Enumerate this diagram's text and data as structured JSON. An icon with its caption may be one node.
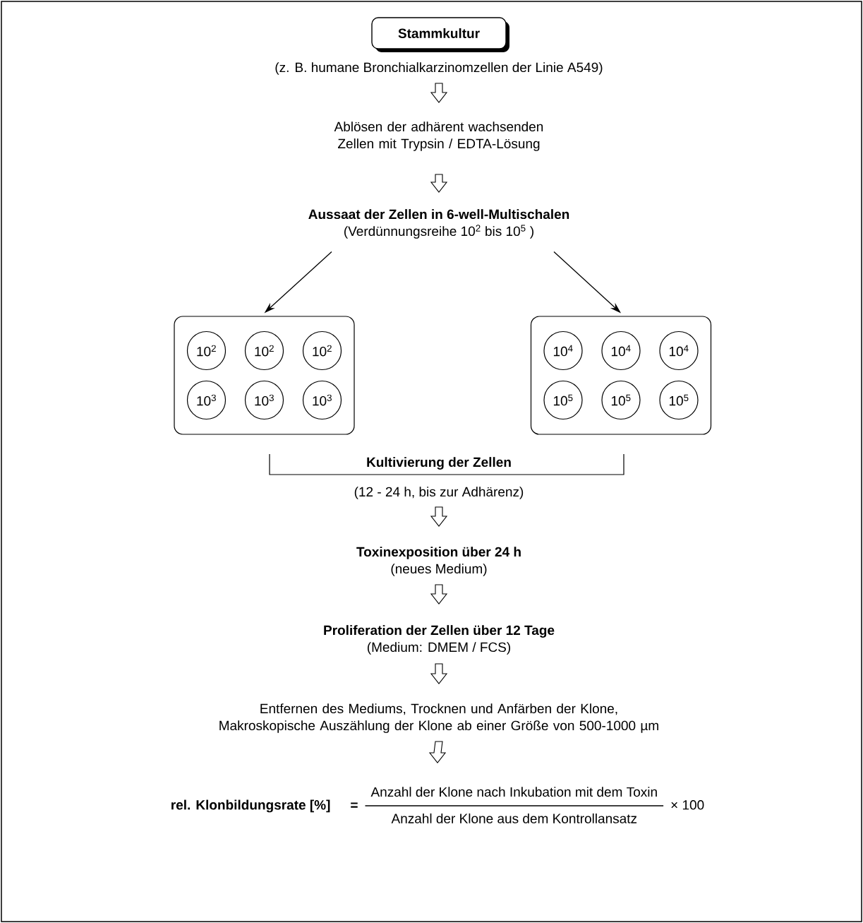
{
  "diagram": {
    "nodes": [
      {
        "text": [
          "Stammkultur"
        ],
        "beside": [
          "(z. B. humane Bronchialkarzinomzellen der Linie A549)"
        ]
      },
      {
        "text": [
          "Ablösen der adhärent wachsenden Zellen mit Trypsin / EDTA-Lösung"
        ]
      },
      {
        "text": [
          "Aussaat der Zellen in 6-well-Multischalen",
          "(Verdünnungsreihe 10$^{2}$ bis 10$^{5}$ )"
        ]
      },
      {
        "text": [],
        "shape": "box"
      },
      {
        "text": [
          "10$^{2}$"
        ],
        "in": 3
      },
      {
        "text": [
          "10$^{2}$"
        ],
        "in": 3
      },
      {
        "text": [
          "10$^{2}$"
        ],
        "in": 3
      },
      {
        "text": [
          "10$^{3}$"
        ],
        "in": 3
      },
      {
        "text": [
          "10$^{3}$"
        ],
        "in": 3
      },
      {
        "text": [
          "10$^{3}$"
        ],
        "in": 3
      },
      {
        "text": [],
        "shape": "box"
      },
      {
        "text": [
          "10$^{4}$"
        ],
        "in": 10
      },
      {
        "text": [
          "10$^{4}$"
        ],
        "in": 10
      },
      {
        "text": [
          "10$^{4}$"
        ],
        "in": 10
      },
      {
        "text": [
          "10$^{5}$"
        ],
        "in": 10
      },
      {
        "text": [
          "10$^{5}$"
        ],
        "in": 10
      },
      {
        "text": [
          "10$^{5}$"
        ],
        "in": 10
      },
      {
        "text": [
          "Kultivierung der Zellen",
          "(12 - 24 h, bis zur Adhärenz)"
        ]
      },
      {
        "text": [
          "Toxinexposition über 24 h",
          "(neues Medium)"
        ]
      },
      {
        "text": [
          "Proliferation der Zellen über 12 Tage",
          "(Medium: DMEM / FCS)"
        ]
      },
      {
        "text": [
          "Entfernen des Mediums, Trocknen und Anfärben der Klone, Makroskopische Auszählung der Klone ab einer Größe von 500-1000 µm"
        ]
      },
      {
        "text": [
          "rel. Klonbildungsrate [%]",
          "=",
          "Anzahl der Klone nach Inkubation mit dem Toxin",
          "Anzahl der Klone aus dem Kontrollansatz",
          "× 100"
        ]
      }
    ],
    "edges": [
      {
        "from": 0,
        "to": 1,
        "arrow": "to"
      },
      {
        "from": 1,
        "to": 2,
        "arrow": "to"
      },
      {
        "from": 2,
        "to": 3,
        "arrow": "to"
      },
      {
        "from": 2,
        "to": 10,
        "arrow": "to"
      },
      {
        "from": 17,
        "to": 18,
        "arrow": "to"
      },
      {
        "from": 18,
        "to": 19,
        "arrow": "to"
      },
      {
        "from": 19,
        "to": 20,
        "arrow": "to"
      },
      {
        "from": 20,
        "to": 21,
        "arrow": "to"
      }
    ]
  }
}
